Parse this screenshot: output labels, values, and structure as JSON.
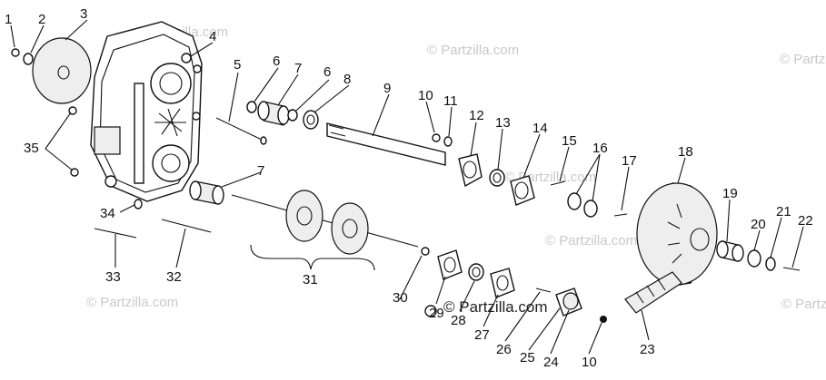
{
  "watermarks": [
    "© Partzilla.com",
    "© Partzilla.com",
    "© Partzilla.com",
    "© Partzilla.com",
    "© Partzilla.com",
    "© Partzilla.com",
    "© Partzilla.com"
  ],
  "center_watermark": "© Partzilla.com",
  "callouts": [
    "1",
    "2",
    "3",
    "4",
    "5",
    "6",
    "7",
    "6",
    "8",
    "9",
    "10",
    "11",
    "12",
    "13",
    "14",
    "15",
    "16",
    "17",
    "18",
    "35",
    "7",
    "19",
    "20",
    "21",
    "22",
    "34",
    "33",
    "32",
    "31",
    "30",
    "29",
    "28",
    "27",
    "26",
    "25",
    "24",
    "10",
    "23"
  ]
}
